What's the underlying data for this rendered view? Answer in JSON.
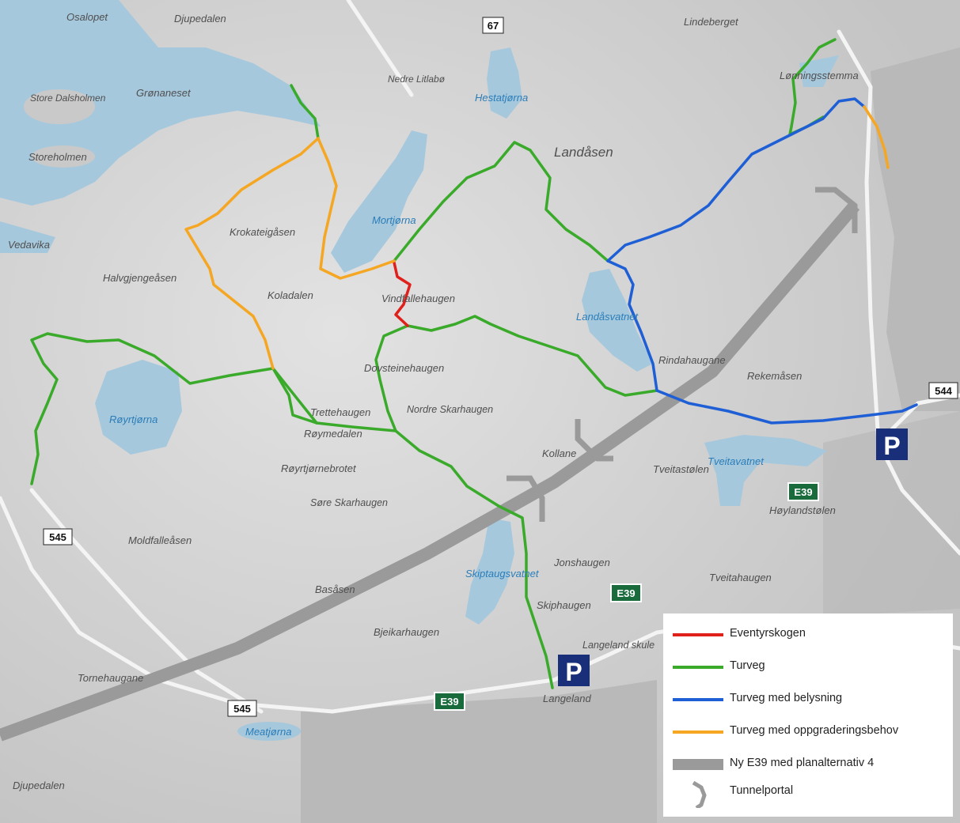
{
  "map": {
    "colors": {
      "land": "#d3d3d3",
      "water": "#a6c8dd",
      "eventyrskogen": "#e0201b",
      "turveg": "#3aaa2a",
      "turveg_belysning": "#1f5fd6",
      "turveg_oppgradering": "#f5a623",
      "ny_e39": "#9a9a9a",
      "road": "#ffffff",
      "parking": "#1a2f7a",
      "e39_shield": "#1a6b3c"
    },
    "places": [
      "Osalopet",
      "Djupedalen",
      "Lindeberget",
      "Nedre Litlabø",
      "Lønningsstemma",
      "Store Dalsholmen",
      "Grønaneset",
      "Storeholmen",
      "Landåsen",
      "Krokateigåsen",
      "Vedavika",
      "Halvgjengeåsen",
      "Koladalen",
      "Vindfallehaugen",
      "Rindahaugane",
      "Rekemåsen",
      "Dovsteinehaugen",
      "Trettehaugen",
      "Nordre Skarhaugen",
      "Røymedalen",
      "Kollane",
      "Tveitastølen",
      "Høylandstølen",
      "Røyrtjørnebrotet",
      "Søre Skarhaugen",
      "Moldfalleåsen",
      "Jonshaugen",
      "Tveitahaugen",
      "Basåsen",
      "Skiphaugen",
      "Bjeikarhaugen",
      "Langeland skule",
      "Tornehaugane",
      "Langeland",
      "Djupedalen"
    ],
    "waters": [
      "Hestatjørna",
      "Mortjørna",
      "Landåsvatnet",
      "Røyrtjørna",
      "Tveitavatnet",
      "Skiptaugsvatnet",
      "Meatjørna"
    ],
    "road_shields": [
      "67",
      "544",
      "545",
      "545"
    ],
    "e39_shields": [
      "E39",
      "E39",
      "E39"
    ],
    "parking_label": "P"
  },
  "legend": {
    "items": [
      {
        "label": "Eventyrskogen"
      },
      {
        "label": "Turveg"
      },
      {
        "label": "Turveg med belysning"
      },
      {
        "label": "Turveg med oppgraderingsbehov"
      },
      {
        "label": "Ny E39 med planalternativ 4"
      },
      {
        "label": "Tunnelportal"
      }
    ]
  }
}
